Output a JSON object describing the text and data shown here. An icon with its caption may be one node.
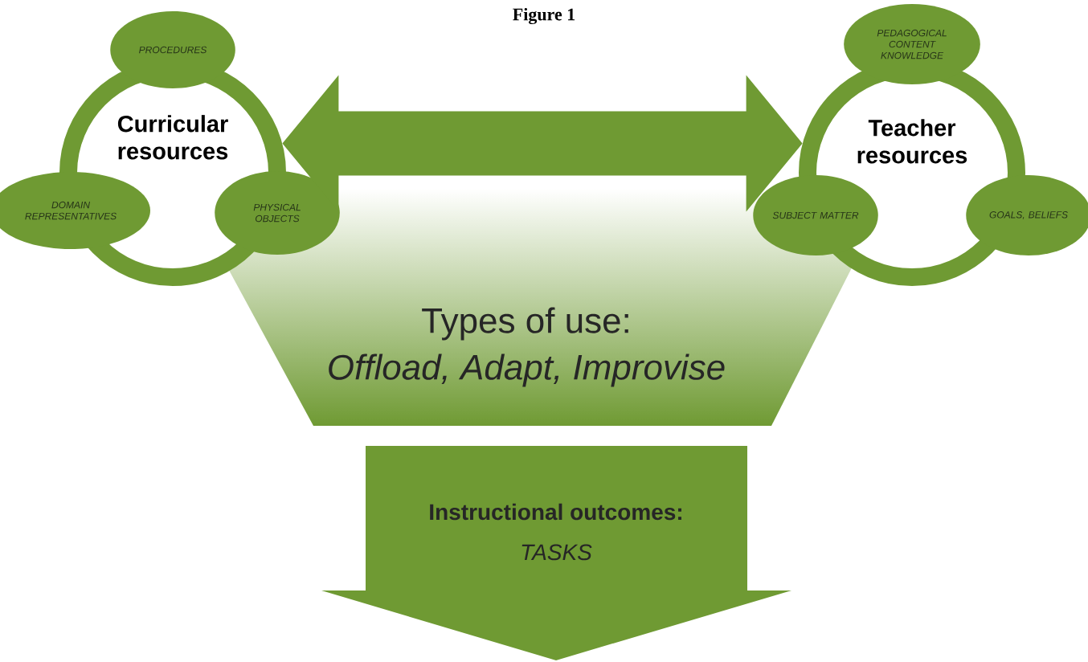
{
  "diagram": {
    "title": "Figure 1",
    "nodes": [
      {
        "text": [
          "Curricular resources"
        ]
      },
      {
        "text": [
          "PROCEDURES"
        ]
      },
      {
        "text": [
          "DOMAIN REPRESENTATIVES"
        ]
      },
      {
        "text": [
          "PHYSICAL OBJECTS"
        ]
      },
      {
        "text": [
          "Teacher resources"
        ]
      },
      {
        "text": [
          "PEDAGOGICAL CONTENT KNOWLEDGE"
        ]
      },
      {
        "text": [
          "SUBJECT MATTER"
        ]
      },
      {
        "text": [
          "GOALS, BELIEFS"
        ]
      },
      {
        "text": [
          "Types of use:",
          "Offload, Adapt, Improvise"
        ]
      },
      {
        "text": [
          "Instructional outcomes:",
          "TASKS"
        ]
      }
    ],
    "edges": [
      {
        "from": 0,
        "to": 4,
        "arrow": "both"
      }
    ]
  }
}
